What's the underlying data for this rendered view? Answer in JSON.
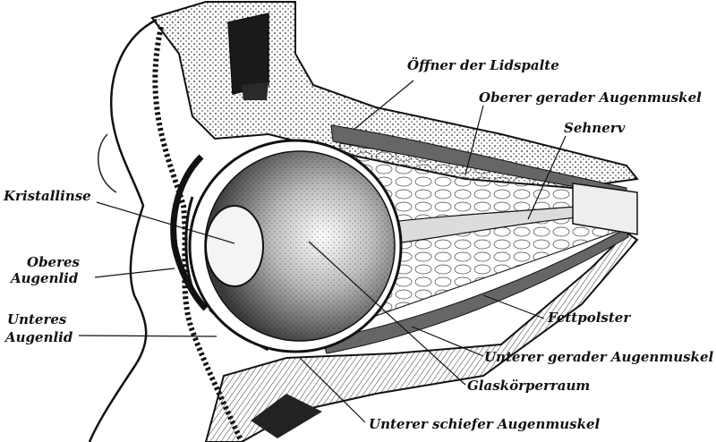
{
  "labels": {
    "oeffner": "Öffner der Lidspalte",
    "oberer_gerader": "Oberer gerader Augenmuskel",
    "sehnerv": "Sehnerv",
    "kristallinse": "Kristallinse",
    "oberes_augenlid_1": "Oberes",
    "oberes_augenlid_2": "Augenlid",
    "unteres_augenlid_1": "Unteres",
    "unteres_augenlid_2": "Augenlid",
    "fettpolster": "Fettpolster",
    "unterer_gerader": "Unterer gerader Augenmuskel",
    "glaskoerper": "Glaskörperraum",
    "unterer_schiefer": "Unterer schiefer Augenmuskel"
  },
  "colors": {
    "ink": "#111111",
    "paper": "#ffffff",
    "shade": "#555555"
  }
}
